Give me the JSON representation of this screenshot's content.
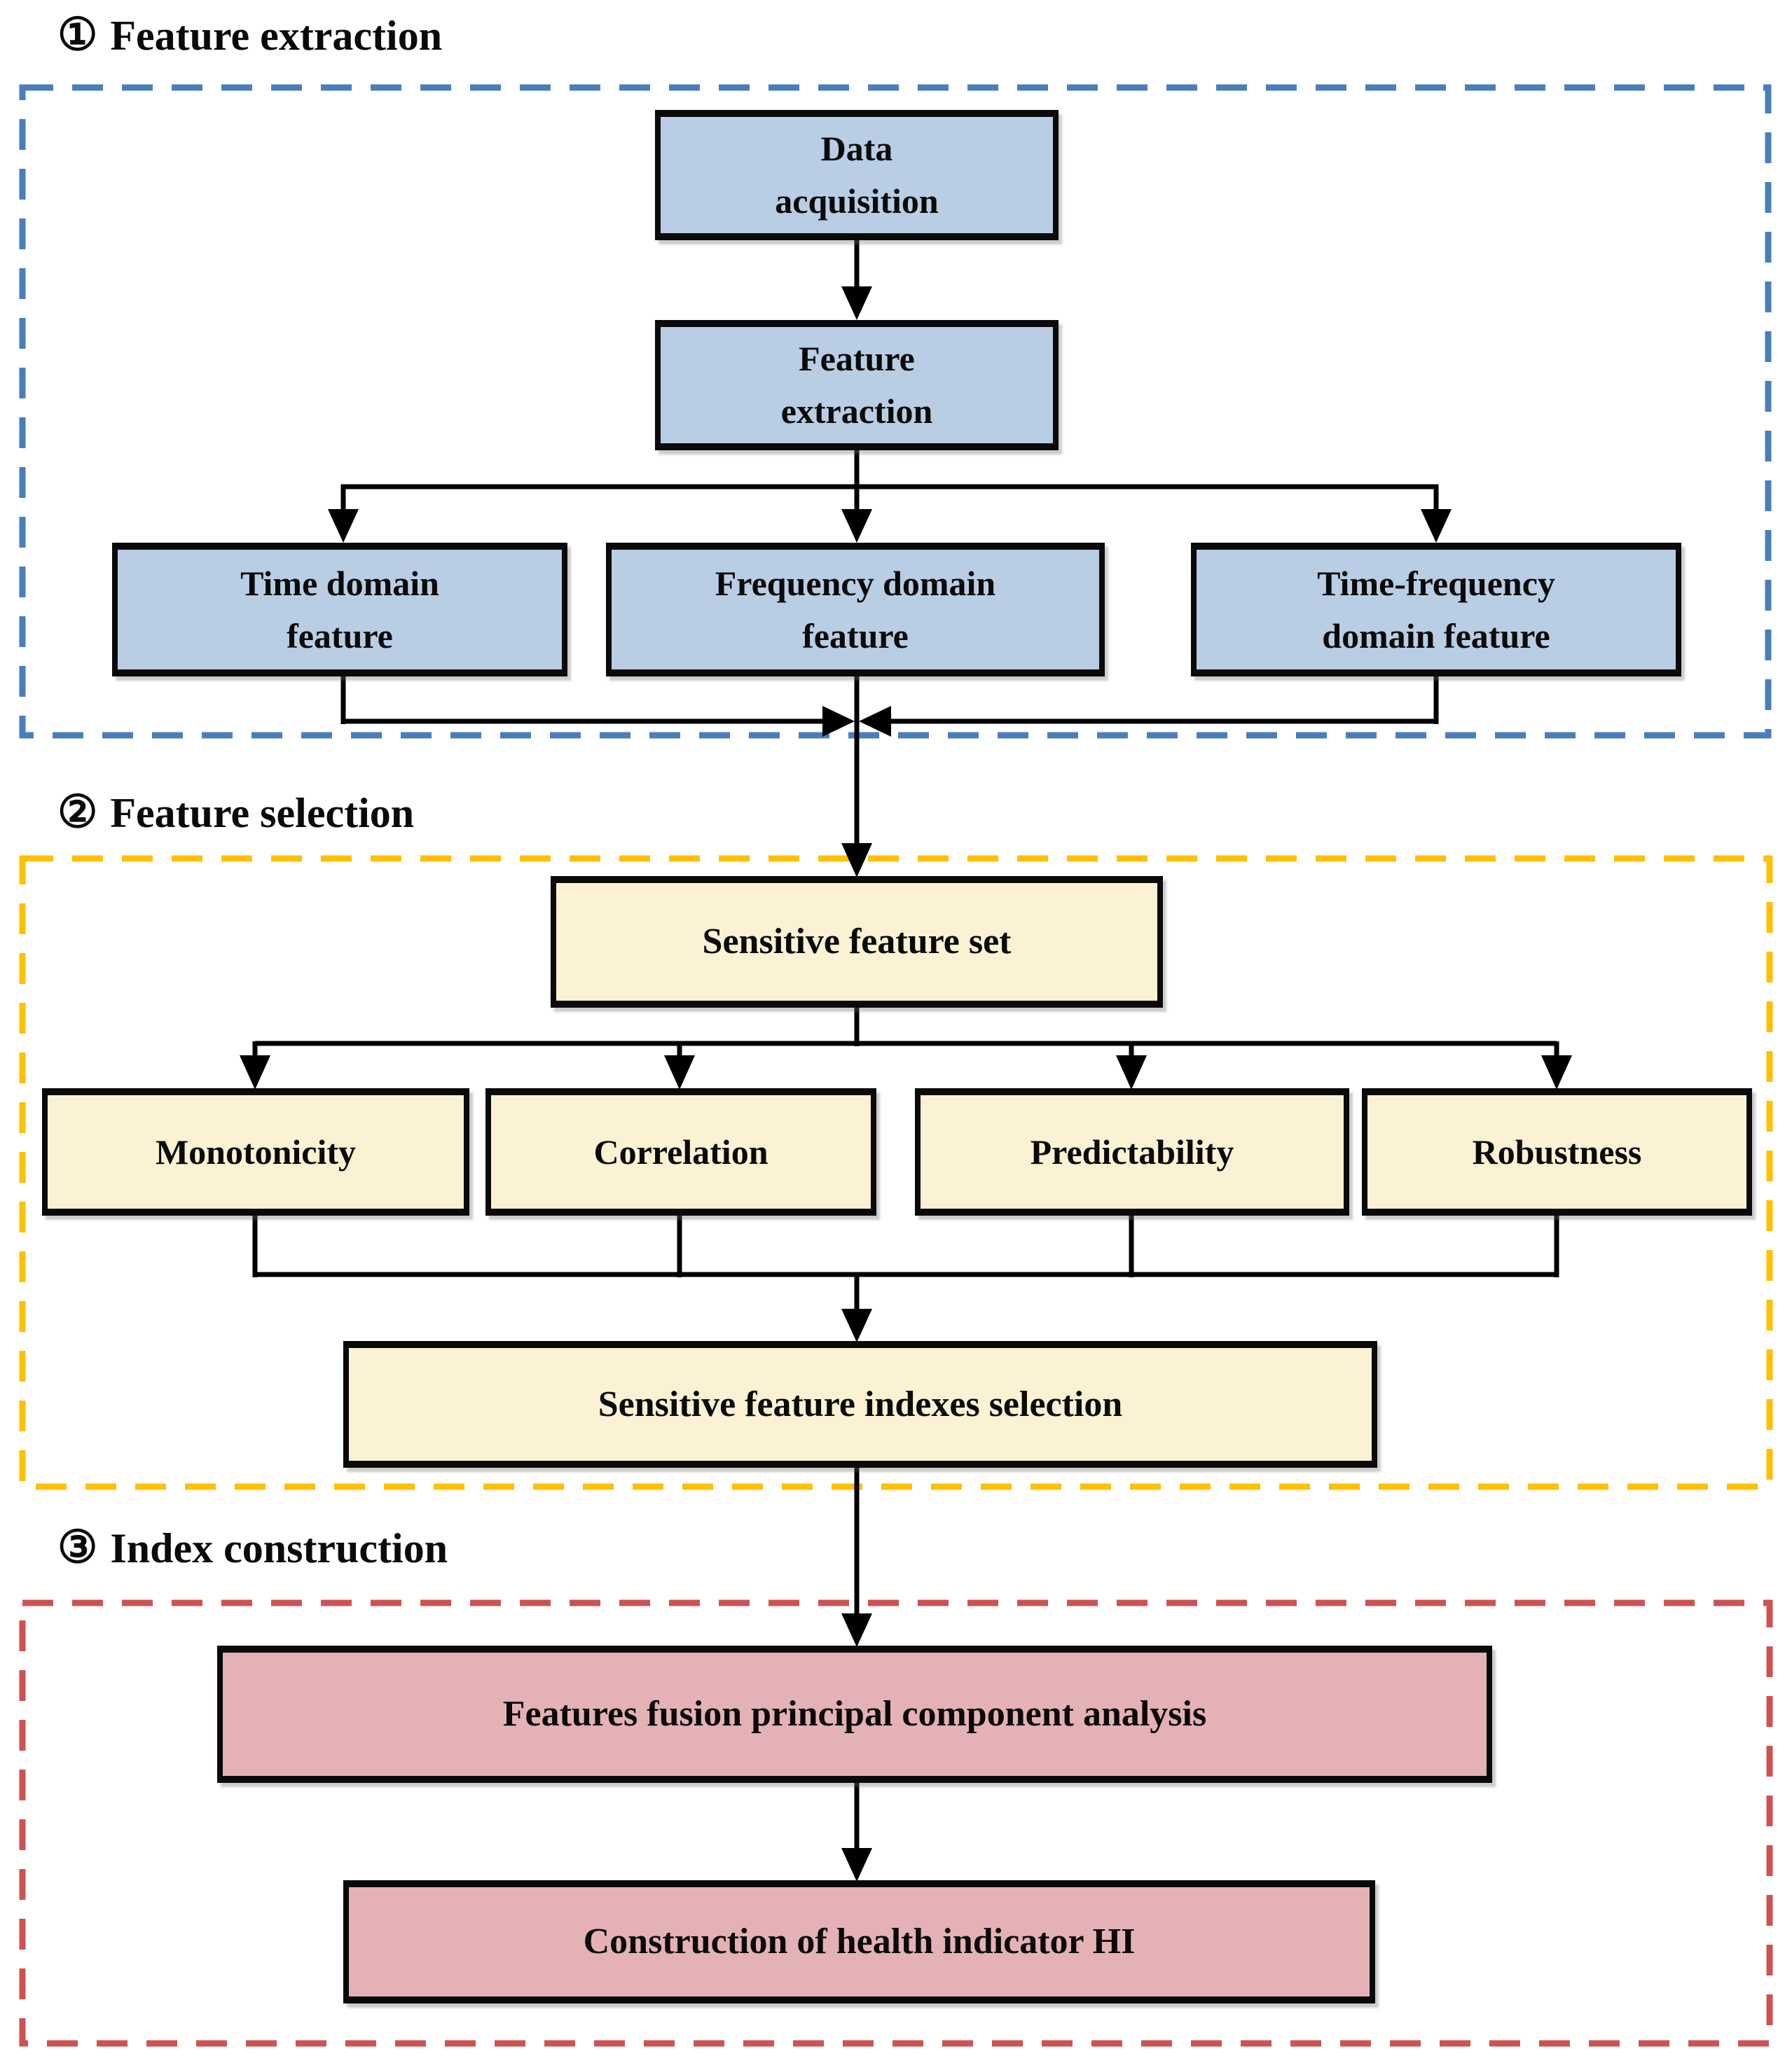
{
  "figure": {
    "background": "#ffffff",
    "line_color": "#000000",
    "text_color": "#0a0a0a",
    "sections": {
      "s1": {
        "number": "①",
        "title": "Feature extraction",
        "accent": "#4a7ebb",
        "box_fill": "#b9cde4"
      },
      "s2": {
        "number": "②",
        "title": "Feature selection",
        "accent": "#ffc000",
        "box_fill": "#fbf1d3"
      },
      "s3": {
        "number": "③",
        "title": "Index construction",
        "accent": "#cd5252",
        "box_fill": "#e4b1b6"
      }
    },
    "nodes": {
      "data_acquisition": {
        "label": "Data\nacquisition"
      },
      "feature_extraction": {
        "label": "Feature\nextraction"
      },
      "time_domain": {
        "label": "Time domain\nfeature"
      },
      "frequency_domain": {
        "label": "Frequency domain\nfeature"
      },
      "time_frequency": {
        "label": "Time-frequency\ndomain feature"
      },
      "sensitive_set": {
        "label": "Sensitive feature set"
      },
      "monotonicity": {
        "label": "Monotonicity"
      },
      "correlation": {
        "label": "Correlation"
      },
      "predictability": {
        "label": "Predictability"
      },
      "robustness": {
        "label": "Robustness"
      },
      "indexes_selection": {
        "label": "Sensitive feature indexes selection"
      },
      "features_fusion": {
        "label": "Features fusion principal component analysis"
      },
      "hi_construction": {
        "label": "Construction of health indicator HI"
      }
    }
  }
}
